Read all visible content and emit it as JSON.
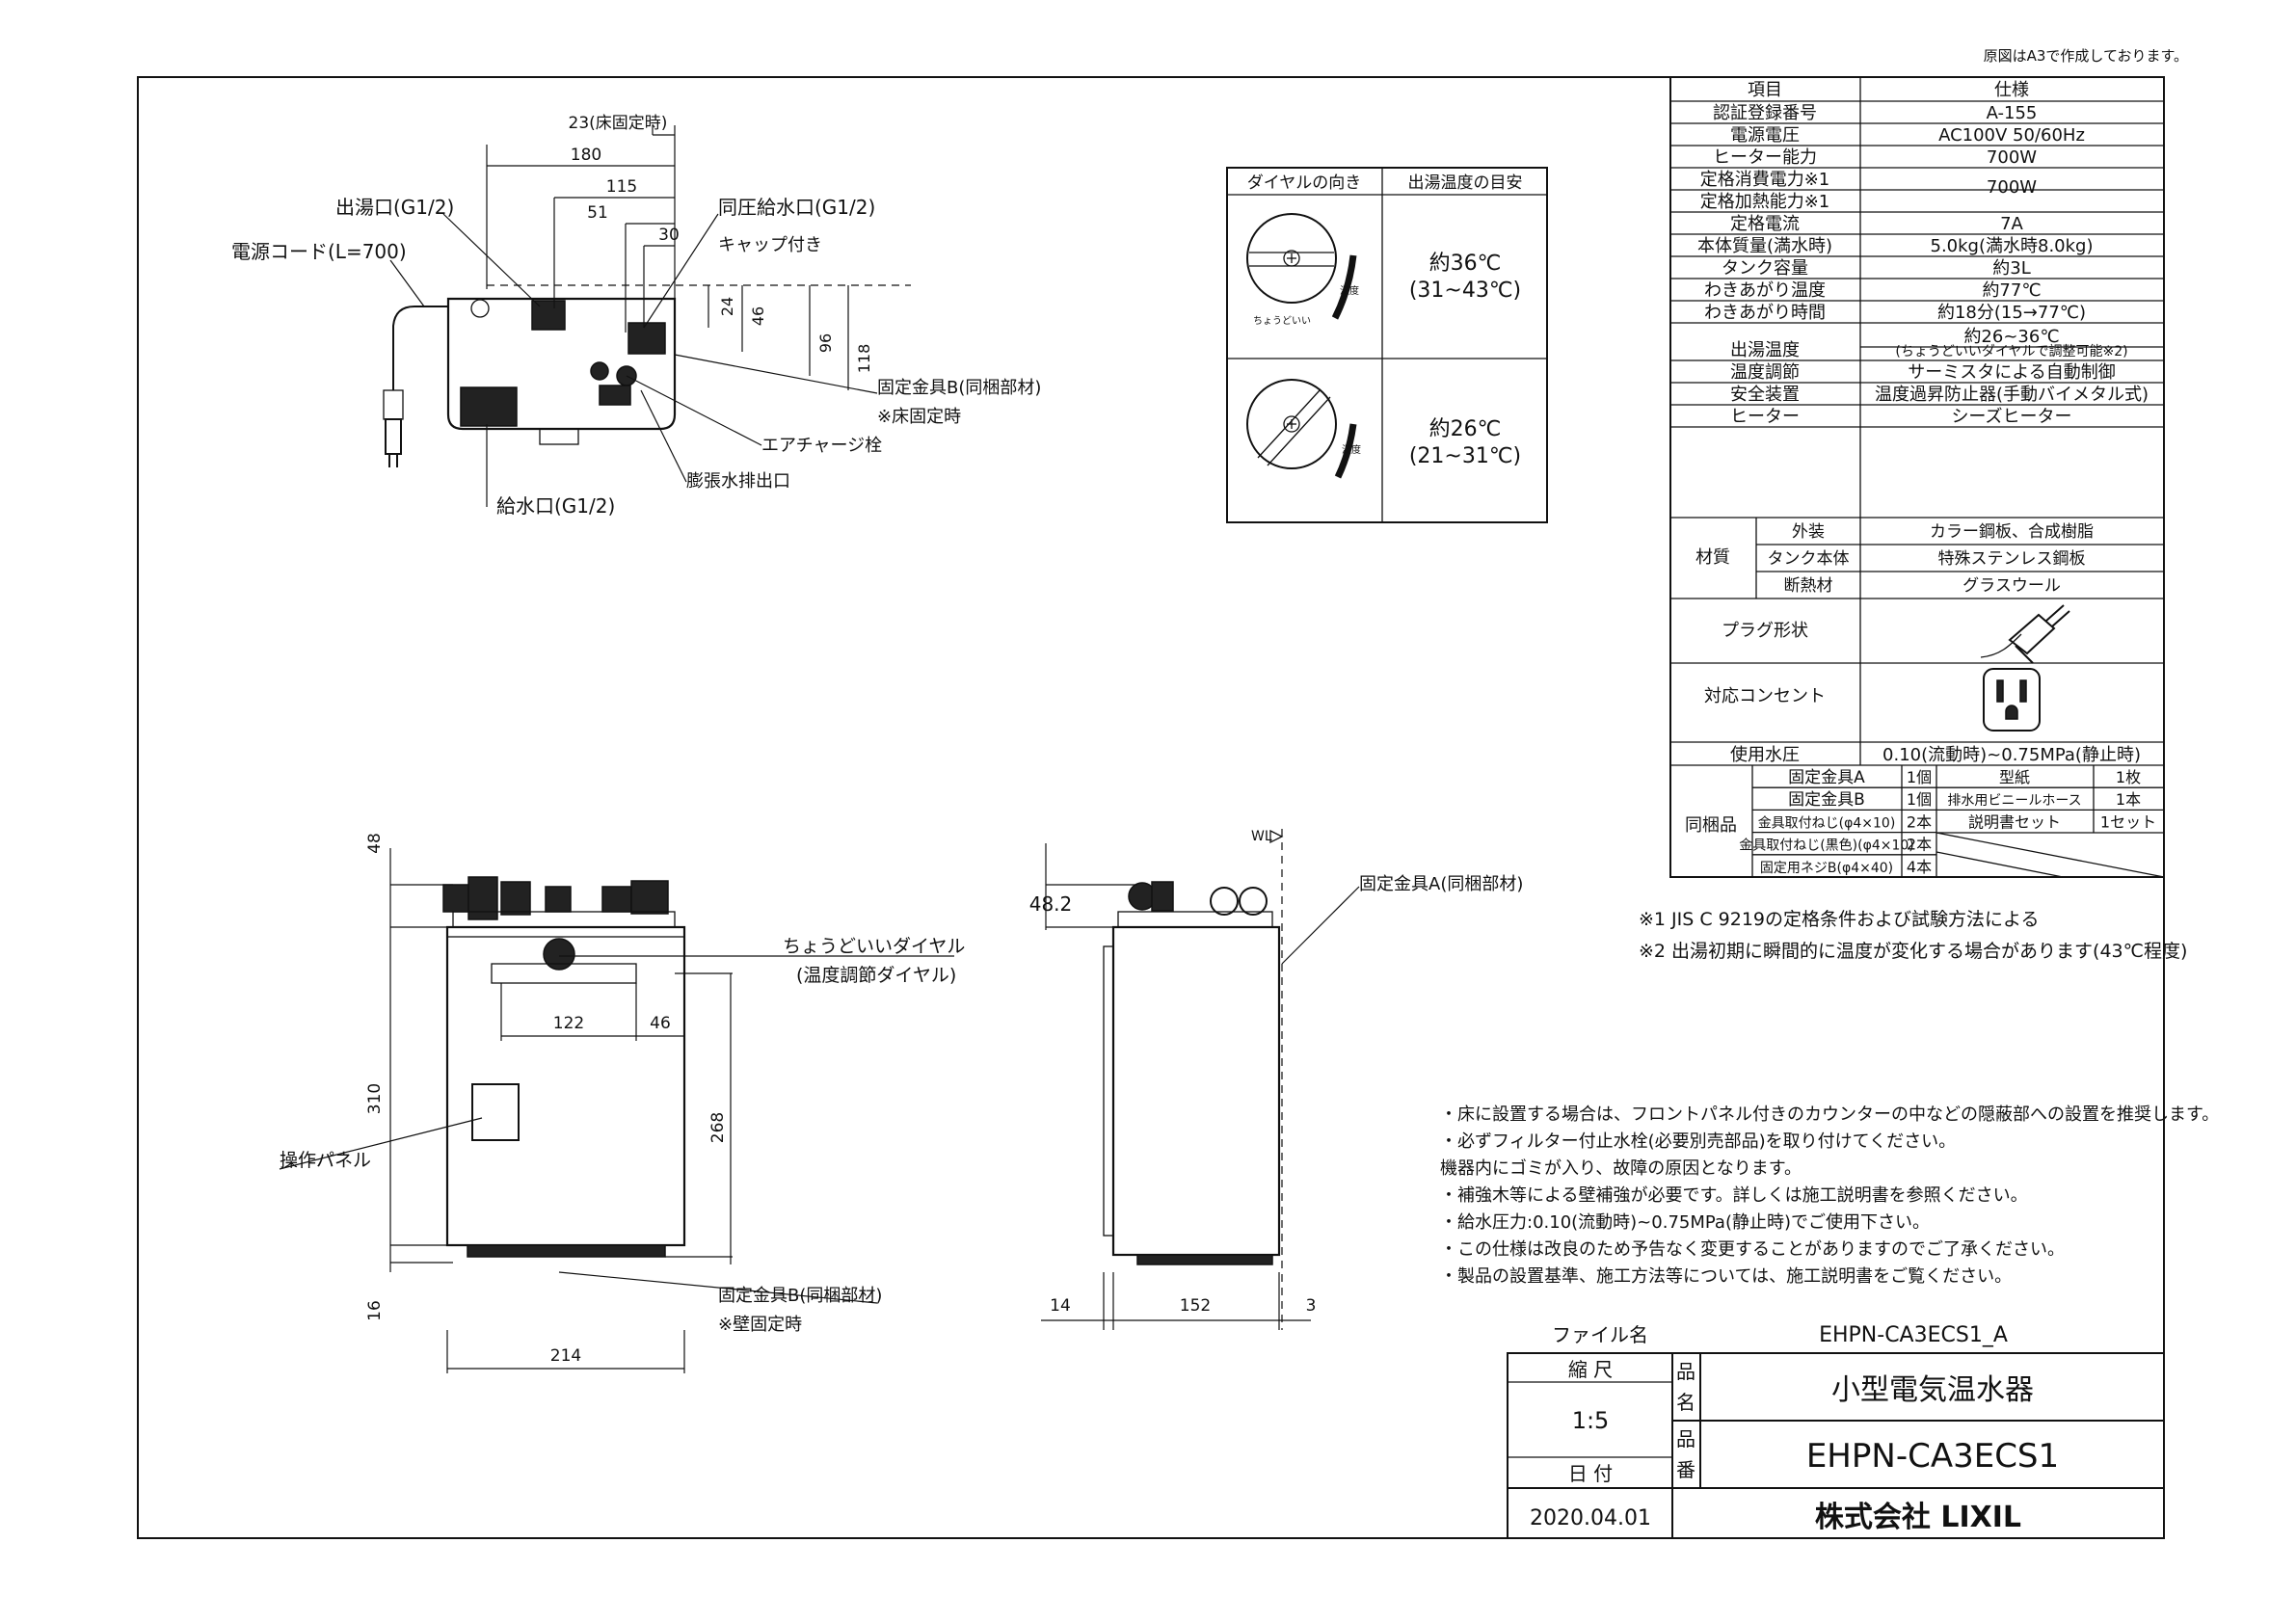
{
  "header_note": "原図はA3で作成しております。",
  "spec": {
    "col_item": "項目",
    "col_spec": "仕様",
    "rows": [
      {
        "item": "認証登録番号",
        "value": "A-155"
      },
      {
        "item": "電源電圧",
        "value": "AC100V 50/60Hz"
      },
      {
        "item": "ヒーター能力",
        "value": "700W"
      },
      {
        "item": "定格消費電力※1",
        "value": ""
      },
      {
        "item": "定格加熱能力※1",
        "value": "700W"
      },
      {
        "item": "定格電流",
        "value": "7A"
      },
      {
        "item": "本体質量(満水時)",
        "value": "5.0kg(満水時8.0kg)"
      },
      {
        "item": "タンク容量",
        "value": "約3L"
      },
      {
        "item": "わきあがり温度",
        "value": "約77℃"
      },
      {
        "item": "わきあがり時間",
        "value": "約18分(15→77℃)"
      },
      {
        "item": "出湯温度",
        "value": "約26~36℃"
      },
      {
        "item": "",
        "value": "(ちょうどいいダイヤルで調整可能※2)"
      },
      {
        "item": "温度調節",
        "value": "サーミスタによる自動制御"
      },
      {
        "item": "安全装置",
        "value": "温度過昇防止器(手動バイメタル式)"
      },
      {
        "item": "ヒーター",
        "value": "シーズヒーター"
      }
    ],
    "material_label": "材質",
    "materials": [
      {
        "part": "外装",
        "value": "カラー鋼板、合成樹脂"
      },
      {
        "part": "タンク本体",
        "value": "特殊ステンレス鋼板"
      },
      {
        "part": "断熱材",
        "value": "グラスウール"
      }
    ],
    "plug_label": "プラグ形状",
    "outlet_label": "対応コンセント",
    "pressure_label": "使用水圧",
    "pressure_value": "0.10(流動時)~0.75MPa(静止時)",
    "bundled_label": "同梱品",
    "bundled": [
      {
        "name": "固定金具A",
        "qty": "1個",
        "name2": "型紙",
        "qty2": "1枚"
      },
      {
        "name": "固定金具B",
        "qty": "1個",
        "name2": "排水用ビニールホース",
        "qty2": "1本"
      },
      {
        "name": "金具取付ねじ(φ4×10)",
        "qty": "2本",
        "name2": "説明書セット",
        "qty2": "1セット"
      },
      {
        "name": "金具取付ねじ(黒色)(φ4×10)",
        "qty": "2本",
        "name2": "",
        "qty2": ""
      },
      {
        "name": "固定用ネジB(φ4×40)",
        "qty": "4本",
        "name2": "",
        "qty2": ""
      }
    ]
  },
  "footnotes": [
    "※1 JIS C 9219の定格条件および試験方法による",
    "※2 出湯初期に瞬間的に温度が変化する場合があります(43℃程度)"
  ],
  "notes": [
    "・床に設置する場合は、フロントパネル付きのカウンターの中などの隠蔽部への設置を推奨します。",
    "・必ずフィルター付止水栓(必要別売部品)を取り付けてください。",
    "  機器内にゴミが入り、故障の原因となります。",
    "・補強木等による壁補強が必要です。詳しくは施工説明書を参照ください。",
    "・給水圧力:0.10(流動時)~0.75MPa(静止時)でご使用下さい。",
    "・この仕様は改良のため予告なく変更することがありますのでご了承ください。",
    "・製品の設置基準、施工方法等については、施工説明書をご覧ください。"
  ],
  "dial_table": {
    "col_dir": "ダイヤルの向き",
    "col_temp": "出湯温度の目安",
    "rows": [
      {
        "temp": "約36℃",
        "range": "(31~43℃)"
      },
      {
        "temp": "約26℃",
        "range": "(21~31℃)"
      }
    ],
    "dial_text": "ちょうどいい",
    "dial_mark": "温度"
  },
  "top_view": {
    "dims": [
      "23(床固定時)",
      "180",
      "115",
      "51",
      "30",
      "24",
      "46",
      "96",
      "118"
    ],
    "labels": {
      "outlet": "出湯口(G1/2)",
      "cord": "電源コード(L=700)",
      "inlet_same": "同圧給水口(G1/2)",
      "cap": "キャップ付き",
      "bracket_b": "固定金具B(同梱部材)",
      "floor": "※床固定時",
      "air": "エアチャージ栓",
      "drain": "膨張水排出口",
      "inlet": "給水口(G1/2)"
    }
  },
  "front_view": {
    "dims": [
      "48",
      "310",
      "268",
      "16",
      "214",
      "122",
      "46"
    ],
    "labels": {
      "dial": "ちょうどいいダイヤル",
      "dial_sub": "(温度調節ダイヤル)",
      "panel": "操作パネル",
      "bracket_b": "固定金具B(同梱部材)",
      "wall": "※壁固定時"
    }
  },
  "side_view": {
    "dims": [
      "48.2",
      "14",
      "152",
      "3"
    ],
    "wl": "WL",
    "bracket_a": "固定金具A(同梱部材)"
  },
  "title_block": {
    "file_label": "ファイル名",
    "file_name": "EHPN-CA3ECS1_A",
    "scale_label": "縮 尺",
    "scale": "1:5",
    "date_label": "日 付",
    "date": "2020.04.01",
    "hin_label_1": "品",
    "mei_label": "名",
    "hin_label_2": "品",
    "ban_label": "番",
    "product_name": "小型電気温水器",
    "product_number": "EHPN-CA3ECS1",
    "company": "株式会社 LIXIL"
  }
}
